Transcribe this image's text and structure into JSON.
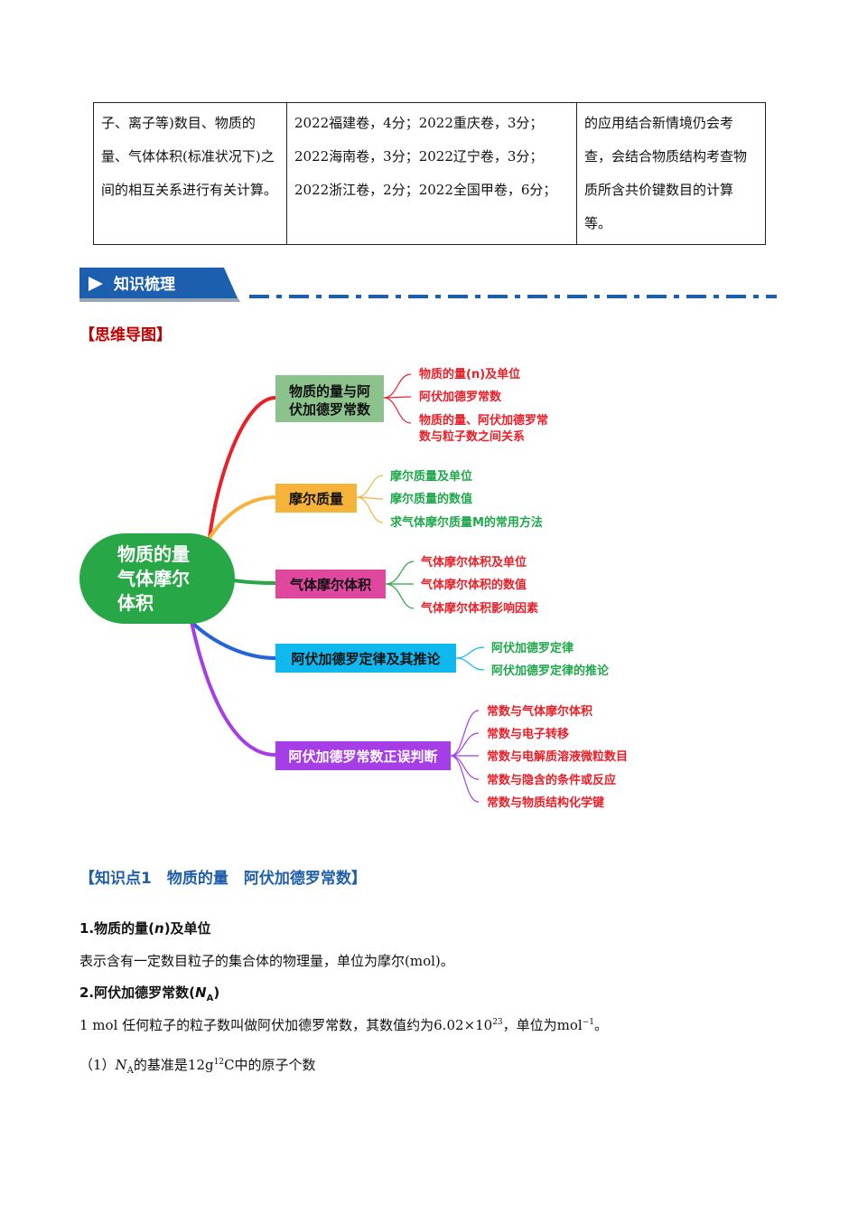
{
  "table": {
    "col1": "子、离子等)数目、物质的量、气体体积(标准状况下)之间的相互关系进行有关计算。",
    "col2": "2022福建卷，4分；2022重庆卷，3分；2022海南卷，3分；2022辽宁卷，3分；2022浙江卷，2分；2022全国甲卷，6分；",
    "col3": "的应用结合新情境仍会考查，会结合物质结构考查物质所含共价键数目的计算等。"
  },
  "banner_label": "知识梳理",
  "mindmap_header": "【思维导图】",
  "mindmap": {
    "center": [
      "物质的量",
      "气体摩尔",
      "体积"
    ],
    "branches": [
      {
        "label": [
          "物质的量与阿",
          "伏加德罗常数"
        ],
        "leaves": [
          "物质的量(n)及单位",
          "阿伏加德罗常数",
          "物质的量、阿伏加德罗常",
          "数与粒子数之间关系"
        ]
      },
      {
        "label": [
          "摩尔质量"
        ],
        "leaves": [
          "摩尔质量及单位",
          "摩尔质量的数值",
          "求气体摩尔质量M的常用方法"
        ]
      },
      {
        "label": [
          "气体摩尔体积"
        ],
        "leaves": [
          "气体摩尔体积及单位",
          "气体摩尔体积的数值",
          "气体摩尔体积影响因素"
        ]
      },
      {
        "label": [
          "阿伏加德罗定律及其推论"
        ],
        "leaves": [
          "阿伏加德罗定律",
          "阿伏加德罗定律的推论"
        ]
      },
      {
        "label": [
          "阿伏加德罗常数正误判断"
        ],
        "leaves": [
          "常数与气体摩尔体积",
          "常数与电子转移",
          "常数与电解质溶液微粒数目",
          "常数与隐含的条件或反应",
          "常数与物质结构化学键"
        ]
      }
    ],
    "colors": {
      "center": "#27a745",
      "b1": "#8cc38c",
      "b2": "#f5b33a",
      "b3": "#e0479e",
      "b4": "#0fb8ef",
      "b5": "#a53ee6",
      "red_text": "#e8202a",
      "green_text": "#1ea84a"
    }
  },
  "kp1_header": "【知识点1　物质的量　阿伏加德罗常数】",
  "s1_title": "1.物质的量(",
  "s1_var": "n",
  "s1_tail": ")及单位",
  "s1_text": "表示含有一定数目粒子的集合体的物理量，单位为摩尔(mol)。",
  "s2_title": "2.阿伏加德罗常数(",
  "s2_var": "N",
  "s2_sub": "A",
  "s2_tail": ")",
  "s2_text_a": "1 mol 任何粒子的粒子数叫做阿伏加德罗常数，其数值约为6.02×10",
  "s2_exp": "23",
  "s2_text_b": "，单位为mol",
  "s2_unit_exp": "−1",
  "s2_text_c": "。",
  "s3_a": "（1）",
  "s3_var": "N",
  "s3_sub": "A",
  "s3_b": "的基准是12g",
  "s3_sup": "12",
  "s3_c": "C中的原子个数"
}
